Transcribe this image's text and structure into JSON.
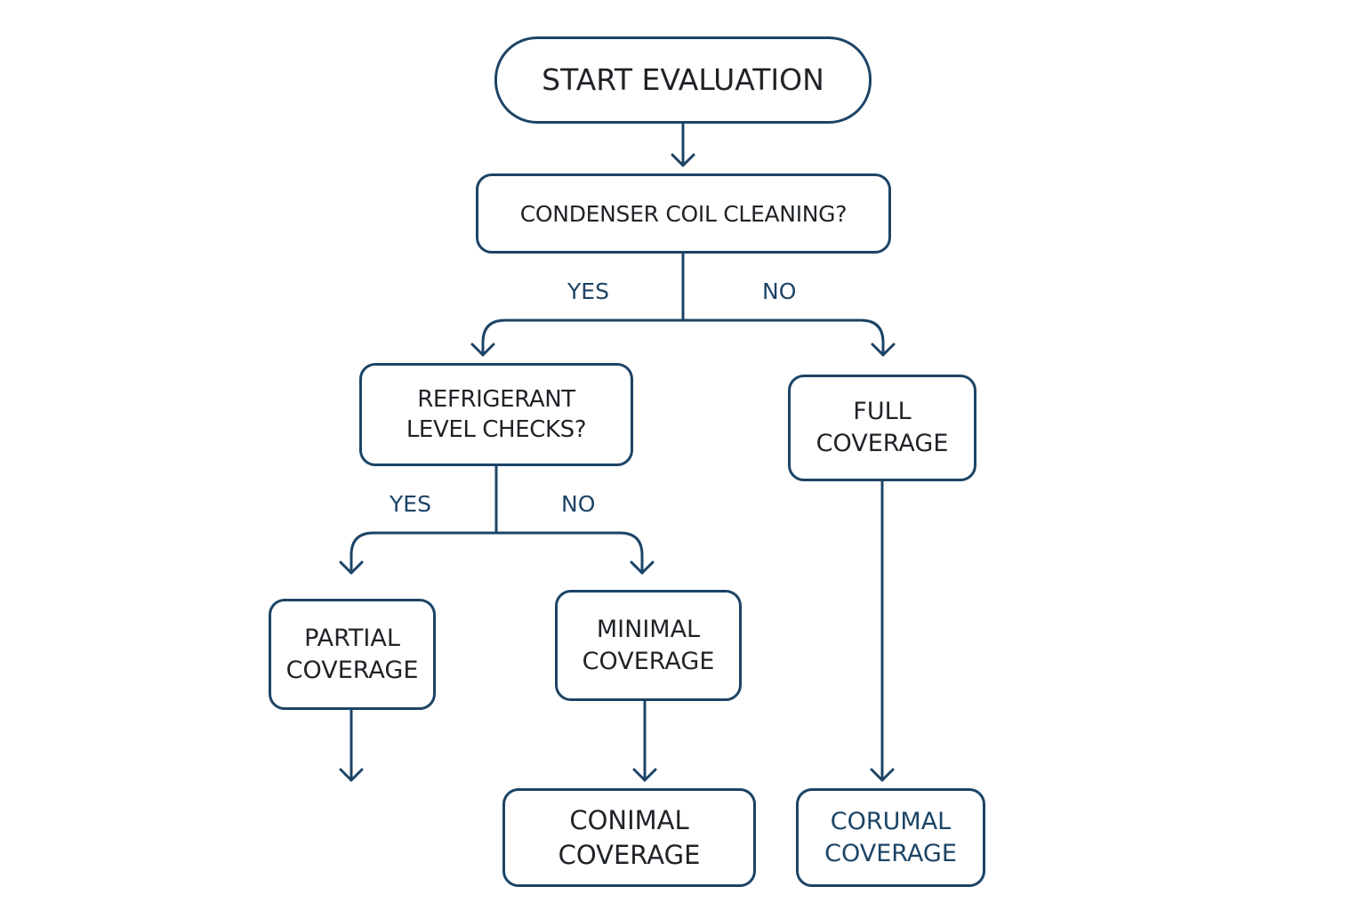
{
  "nodes": {
    "start": {
      "lines": [
        "START EVALUATION"
      ]
    },
    "condenser_question": {
      "lines": [
        "CONDENSER COIL CLEANING?"
      ]
    },
    "refrigerant_question": {
      "lines": [
        "REFRIGERANT",
        "LEVEL CHECKS?"
      ]
    },
    "full_coverage": {
      "lines": [
        "FULL",
        "COVERAGE"
      ]
    },
    "partial_coverage": {
      "lines": [
        "PARTIAL",
        "COVERAGE"
      ]
    },
    "minimal_coverage": {
      "lines": [
        "MINIMAL",
        "COVERAGE"
      ]
    },
    "conimal_coverage": {
      "lines": [
        "CONIMAL",
        "COVERAGE"
      ]
    },
    "corumal_coverage": {
      "lines": [
        "CORUMAL",
        "COVERAGE"
      ]
    }
  },
  "branch_labels": {
    "condenser_yes": "YES",
    "condenser_no": "NO",
    "refrigerant_yes": "YES",
    "refrigerant_no": "NO"
  },
  "colors": {
    "line": "#1c4466",
    "text": "#1f2328",
    "label": "#1c4466",
    "background": "#ffffff"
  }
}
